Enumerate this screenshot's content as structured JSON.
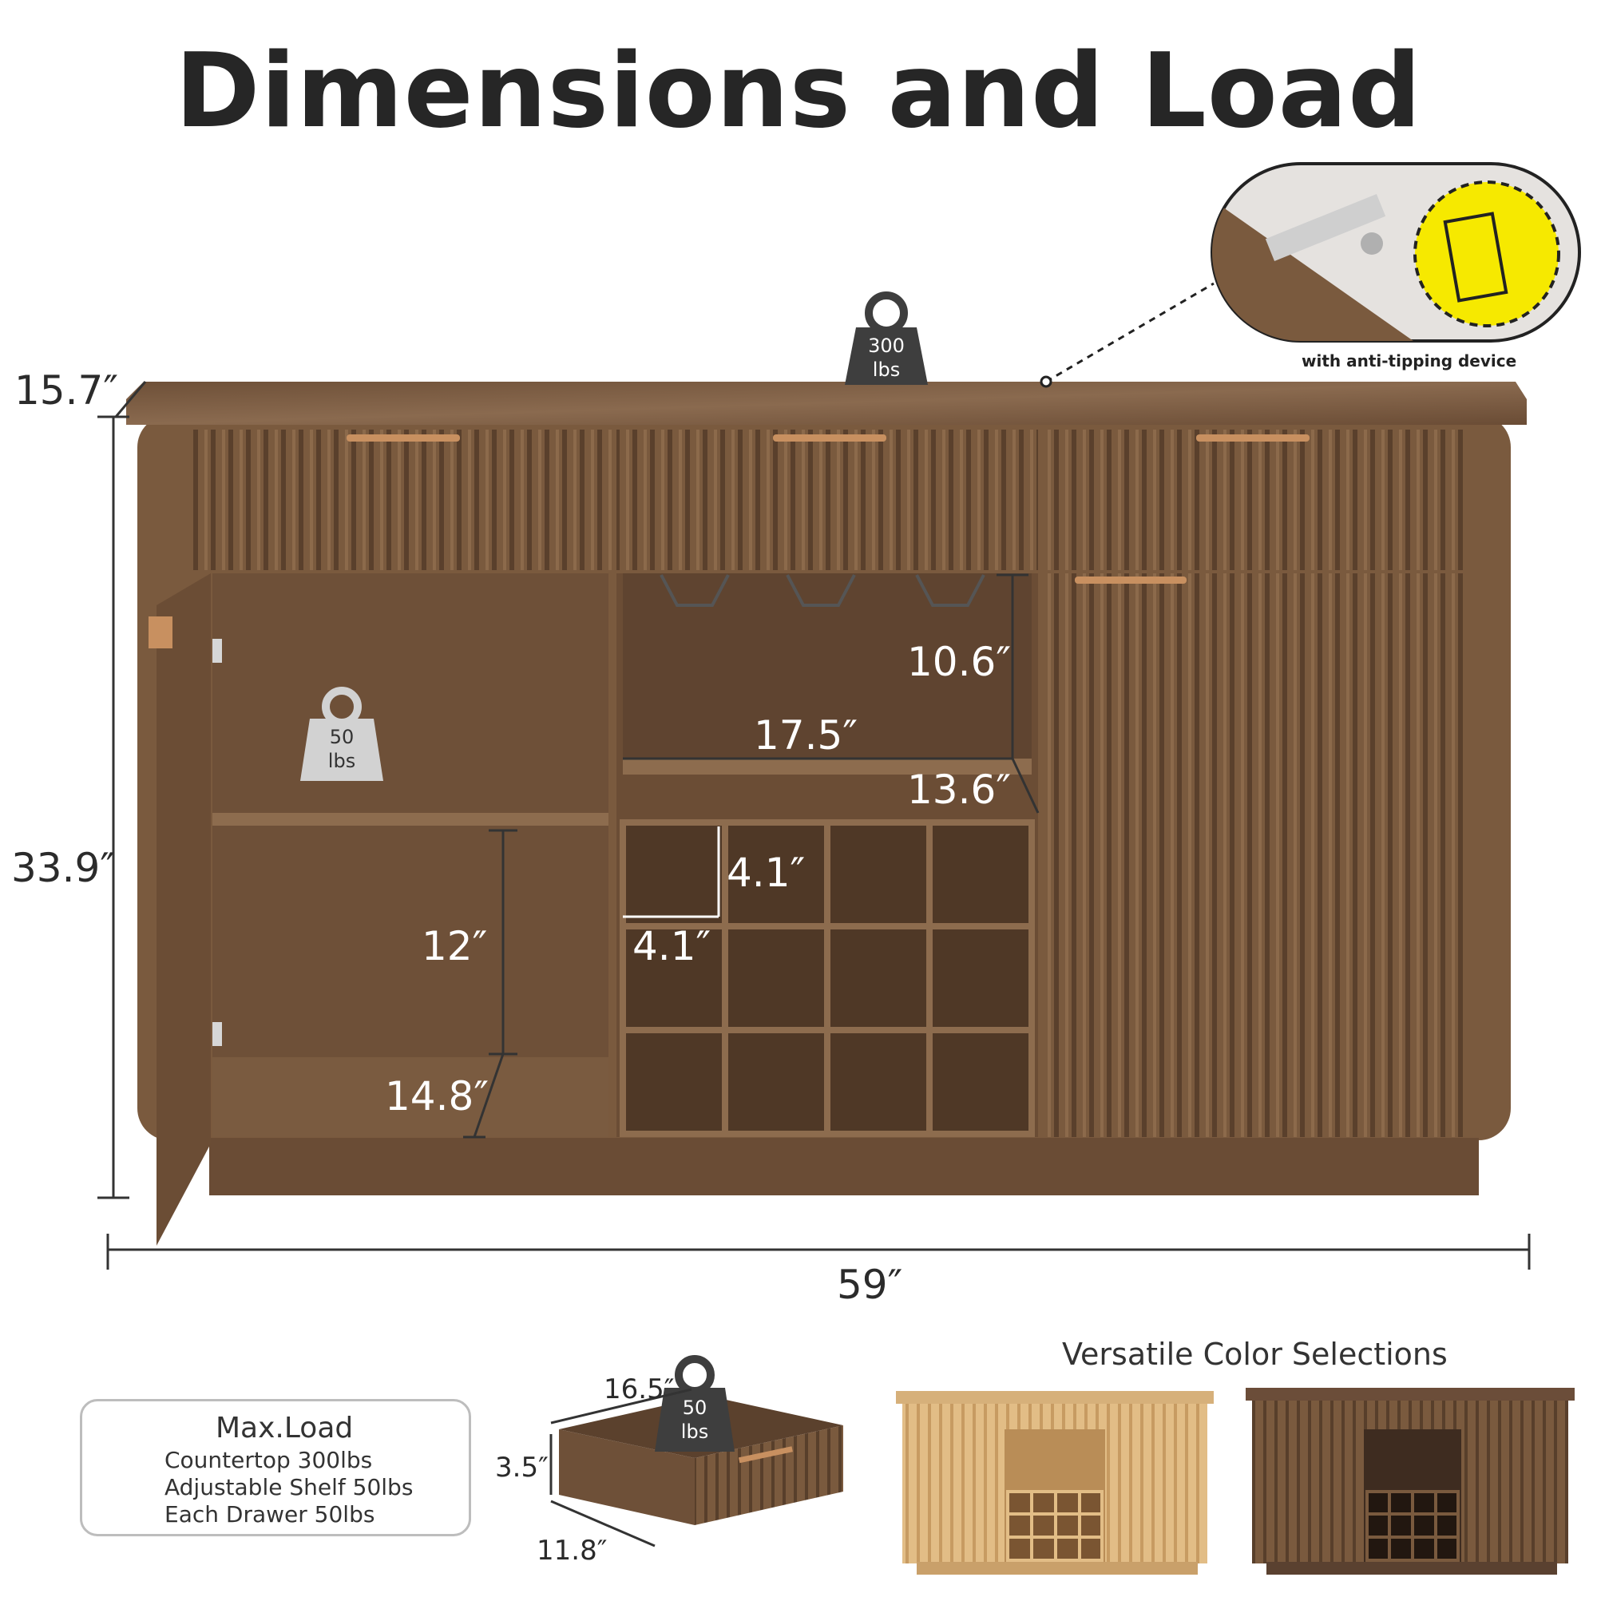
{
  "title": "Dimensions and Load",
  "dimensions": {
    "depth": "15.7″",
    "height": "33.9″",
    "width": "59″",
    "glass_rack_height": "10.6″",
    "middle_width": "17.5″",
    "middle_depth": "13.6″",
    "wine_cell_h": "4.1″",
    "wine_cell_w": "4.1″",
    "shelf_gap": "12″",
    "cabinet_depth": "14.8″"
  },
  "weights": {
    "countertop_value": "300",
    "drawer_value": "50",
    "shelf_value": "50",
    "unit": "lbs"
  },
  "anti_tip_label": "with anti-tipping device",
  "max_load": {
    "heading": "Max.Load",
    "items": [
      "Countertop 300lbs",
      "Adjustable Shelf 50lbs",
      "Each Drawer 50lbs"
    ]
  },
  "drawer_dims": {
    "width": "16.5″",
    "height": "3.5″",
    "depth": "11.8″"
  },
  "color_section_title": "Versatile Color Selections",
  "colors": {
    "walnut": "#7a5a3e",
    "walnut_dark": "#5e4330",
    "marble": "#7c5b42",
    "natural": "#d9b27a",
    "natural_light": "#e8c794",
    "interior": "#6b4d35"
  }
}
